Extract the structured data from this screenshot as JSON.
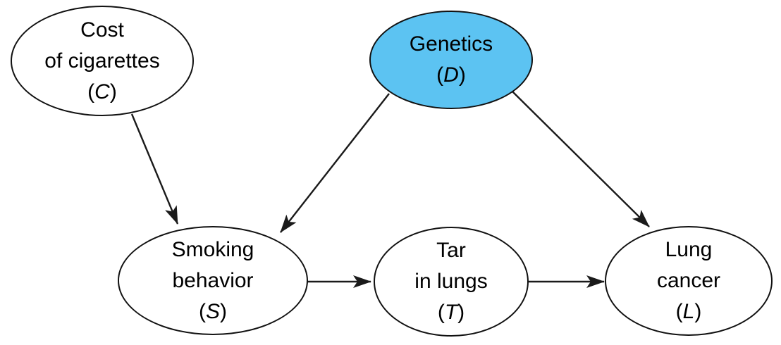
{
  "figure": {
    "type": "causal-dag",
    "description_visible": false,
    "background_color": "#ffffff"
  },
  "colors": {
    "node_fill_default": "#ffffff",
    "node_fill_highlight": "#5cc3f2",
    "node_border": "#111111",
    "arrow": "#1a1a1a",
    "text": "#000000"
  },
  "punctuation": {
    "open_paren": "(",
    "close_paren": ")"
  },
  "nodes": [
    {
      "id": "C",
      "lines": [
        "Cost",
        "of cigarettes"
      ],
      "symbol": "C",
      "fill": "#ffffff",
      "highlighted": false
    },
    {
      "id": "D",
      "lines": [
        "Genetics"
      ],
      "symbol": "D",
      "fill": "#5cc3f2",
      "highlighted": true
    },
    {
      "id": "S",
      "lines": [
        "Smoking",
        "behavior"
      ],
      "symbol": "S",
      "fill": "#ffffff",
      "highlighted": false
    },
    {
      "id": "T",
      "lines": [
        "Tar",
        "in lungs"
      ],
      "symbol": "T",
      "fill": "#ffffff",
      "highlighted": false
    },
    {
      "id": "L",
      "lines": [
        "Lung",
        "cancer"
      ],
      "symbol": "L",
      "fill": "#ffffff",
      "highlighted": false
    }
  ],
  "edges": [
    {
      "from": "C",
      "to": "S"
    },
    {
      "from": "D",
      "to": "S"
    },
    {
      "from": "D",
      "to": "L"
    },
    {
      "from": "S",
      "to": "T"
    },
    {
      "from": "T",
      "to": "L"
    }
  ]
}
